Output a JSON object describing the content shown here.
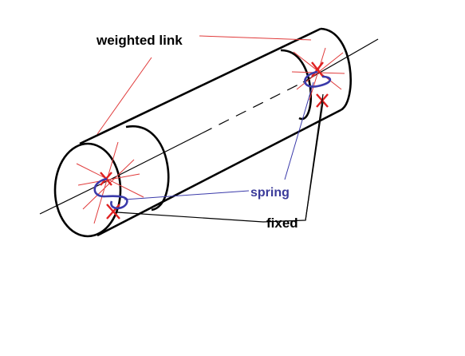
{
  "labels": {
    "weighted_link": "weighted link",
    "spring": "spring",
    "fixed": "fixed"
  },
  "colors": {
    "outline": "#000000",
    "pointer": "#e03a3a",
    "cross": "#e02020",
    "spring": "#3a3aaa",
    "spring_label": "#3b3b9a",
    "text": "#000000"
  }
}
